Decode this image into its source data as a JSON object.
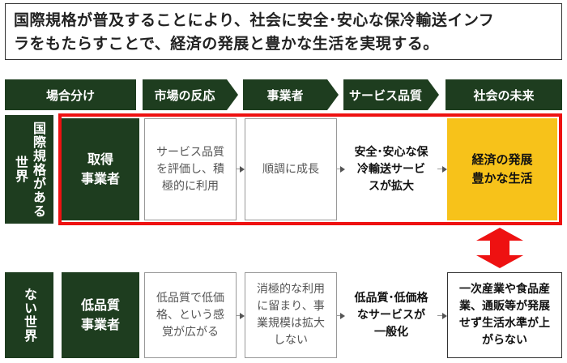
{
  "title": {
    "line1": "国際規格が普及することにより、社会に安全･安心な保冷輸送インフ",
    "line2": "ラをもたらすことで、経済の発展と豊かな生活を実現する。"
  },
  "headers": [
    "場合分け",
    "市場の反応",
    "事業者",
    "サービス品質",
    "社会の未来"
  ],
  "rows": [
    {
      "label": "国際規格がある世界",
      "actor_line1": "取得",
      "actor_line2": "事業者",
      "market": "サービス品質を評価し、積極的に利用",
      "business": "順調に成長",
      "quality": "安全･安心な保冷輸送サービスが拡大",
      "future_line1": "経済の発展",
      "future_line2": "豊かな生活"
    },
    {
      "label": "ない世界",
      "actor_line1": "低品質",
      "actor_line2": "事業者",
      "market": "低品質で低価格、という感覚が広がる",
      "business": "消極的な利用に留まり、事業規模は拡大しない",
      "quality": "低品質･低価格なサービスが一般化",
      "future": "一次産業や食品産業、通販等が発展せず生活水準が上がらない"
    }
  ],
  "colors": {
    "dark_green": "#1e3d1f",
    "highlight": "#f7c21a",
    "frame_red": "#ee1111"
  }
}
